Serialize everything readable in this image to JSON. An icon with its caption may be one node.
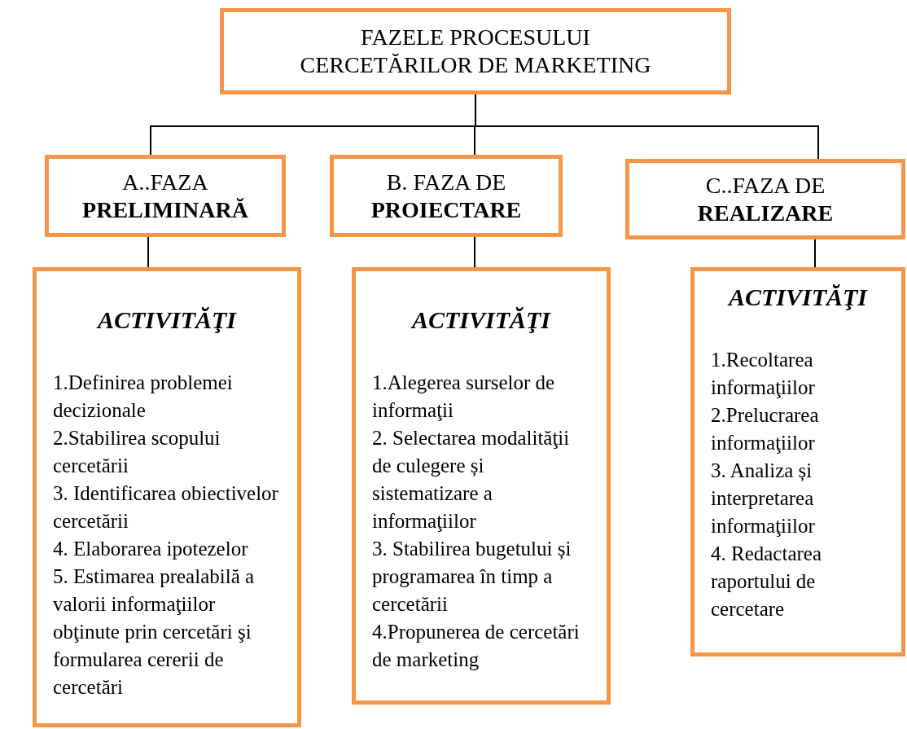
{
  "diagram": {
    "nodes": [
      {
        "text": [
          "FAZELE PROCESULUI CERCETĂRILOR DE MARKETING"
        ]
      },
      {
        "text": [
          "A..FAZA **PRELIMINARĂ**"
        ]
      },
      {
        "text": [
          "B. FAZA DE **PROIECTARE**"
        ]
      },
      {
        "text": [
          "C..FAZA DE **REALIZARE**"
        ]
      },
      {
        "text": [
          "ACTIVITĂŢI",
          "1.Definirea problemei decizionale",
          "2.Stabilirea scopului cercetării",
          "3. Identificarea obiectivelor cercetării",
          "4. Elaborarea ipotezelor",
          "5. Estimarea prealabilă a valorii informaţiilor obţinute prin cercetări şi formularea cererii de cercetări"
        ]
      },
      {
        "text": [
          "ACTIVITĂŢI",
          "1.Alegerea surselor de informaţii",
          "2. Selectarea modalităţii de culegere și sistematizare a informaţiilor",
          "3. Stabilirea bugetului și programarea în timp a cercetării",
          "4.Propunerea de cercetări de marketing"
        ]
      },
      {
        "text": [
          "ACTIVITĂŢI",
          "1.Recoltarea informaţiilor",
          "2.Prelucrarea informaţiilor",
          "3. Analiza și interpretarea informaţiilor",
          "4. Redactarea raportului de cercetare"
        ]
      }
    ],
    "edges": [
      {
        "from": 0,
        "to": 1,
        "arrow": "none"
      },
      {
        "from": 0,
        "to": 2,
        "arrow": "none"
      },
      {
        "from": 0,
        "to": 3,
        "arrow": "none"
      },
      {
        "from": 1,
        "to": 4,
        "arrow": "none"
      },
      {
        "from": 2,
        "to": 5,
        "arrow": "none"
      },
      {
        "from": 3,
        "to": 6,
        "arrow": "none"
      }
    ]
  }
}
